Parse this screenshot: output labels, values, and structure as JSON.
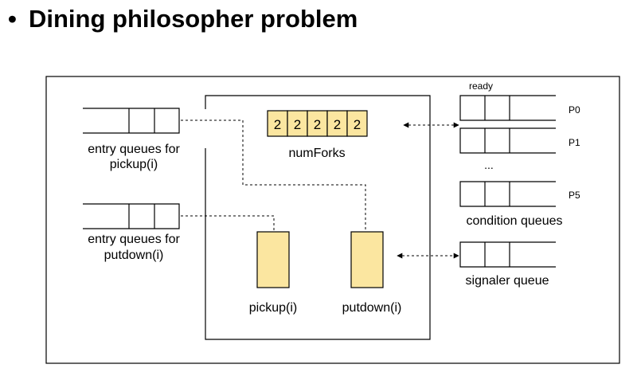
{
  "slide": {
    "bullet": "•",
    "title": "Dining philosopher problem"
  },
  "entry_queues": {
    "pickup": [
      "entry queues for",
      "pickup(i)"
    ],
    "putdown": [
      "entry queues for",
      "putdown(i)"
    ]
  },
  "monitor": {
    "num_forks_values": [
      "2",
      "2",
      "2",
      "2",
      "2"
    ],
    "num_forks_label": "numForks",
    "procedures": [
      "pickup(i)",
      "putdown(i)"
    ]
  },
  "right_side": {
    "ready_label": "ready",
    "queue_labels": [
      "P0",
      "P1",
      "P5"
    ],
    "ellipsis": "...",
    "condition_queues_label": "condition queues",
    "signaler_queue_label": "signaler queue"
  },
  "colors": {
    "fill_yellow": "#fbe6a0",
    "stroke": "#000000"
  }
}
